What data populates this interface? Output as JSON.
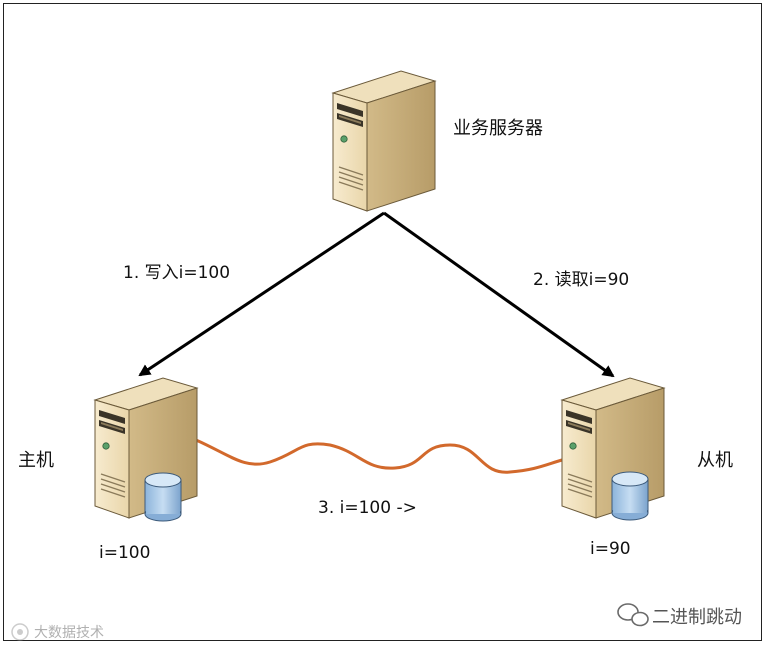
{
  "nodes": {
    "business_server": "业务服务器",
    "master": "主机",
    "slave": "从机"
  },
  "steps": {
    "write": "1. 写入i=100",
    "read": "2. 读取i=90",
    "replicate": "3.  i=100 ->"
  },
  "values": {
    "master_value": "i=100",
    "slave_value": "i=90"
  },
  "watermarks": {
    "left": "大数据技术",
    "right": "二进制跳动"
  },
  "colors": {
    "server_body": "#F3E5C4",
    "server_side": "#C9B07E",
    "server_top": "#E8D4A8",
    "disk": "#A7C8E8",
    "replication_line": "#D2692C",
    "arrow": "#000000"
  }
}
